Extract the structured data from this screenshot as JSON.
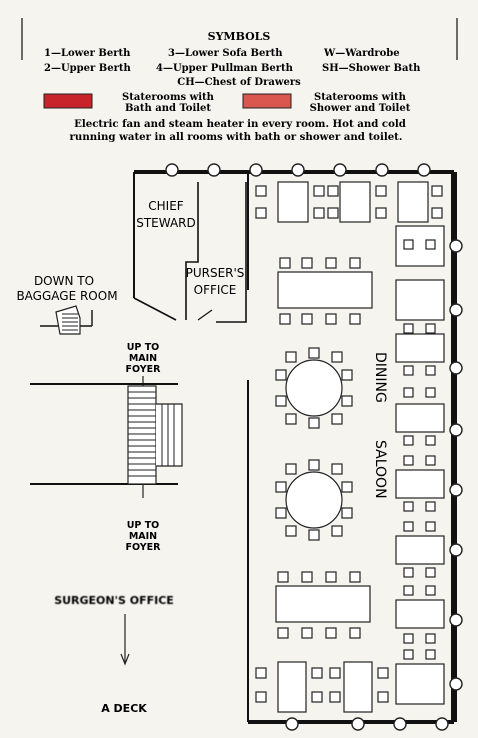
{
  "legend": {
    "title": "SYMBOLS",
    "line1a": "1—Lower Berth",
    "line1b": "3—Lower Sofa Berth",
    "line1c": "W—Wardrobe",
    "line2a": "2—Upper Berth",
    "line2b": "4—Upper Pullman Berth",
    "line2c": "SH—Shower Bath",
    "line3": "CH—Chest of Drawers",
    "swatch1_line1": "Staterooms with",
    "swatch1_line2": "Bath and Toilet",
    "swatch2_line1": "Staterooms with",
    "swatch2_line2": "Shower and Toilet",
    "note_line1": "Electric fan and steam heater in every room. Hot and cold",
    "note_line2": "running water in all rooms with bath or shower and toilet.",
    "colors": {
      "bath_toilet": "#c8222a",
      "shower_toilet": "#d9574f"
    }
  },
  "rooms": {
    "chief_steward_1": "CHIEF",
    "chief_steward_2": "STEWARD",
    "pursers_office_1": "PURSER'S",
    "pursers_office_2": "OFFICE",
    "down_to_1": "DOWN TO",
    "down_to_2": "BAGGAGE ROOM",
    "up_top_1": "UP TO",
    "up_top_2": "MAIN",
    "up_top_3": "FOYER",
    "up_bottom_1": "UP TO",
    "up_bottom_2": "MAIN",
    "up_bottom_3": "FOYER",
    "dining": "DINING",
    "saloon": "SALOON",
    "surgeons_office": "SURGEON'S OFFICE",
    "deck": "A DECK"
  }
}
